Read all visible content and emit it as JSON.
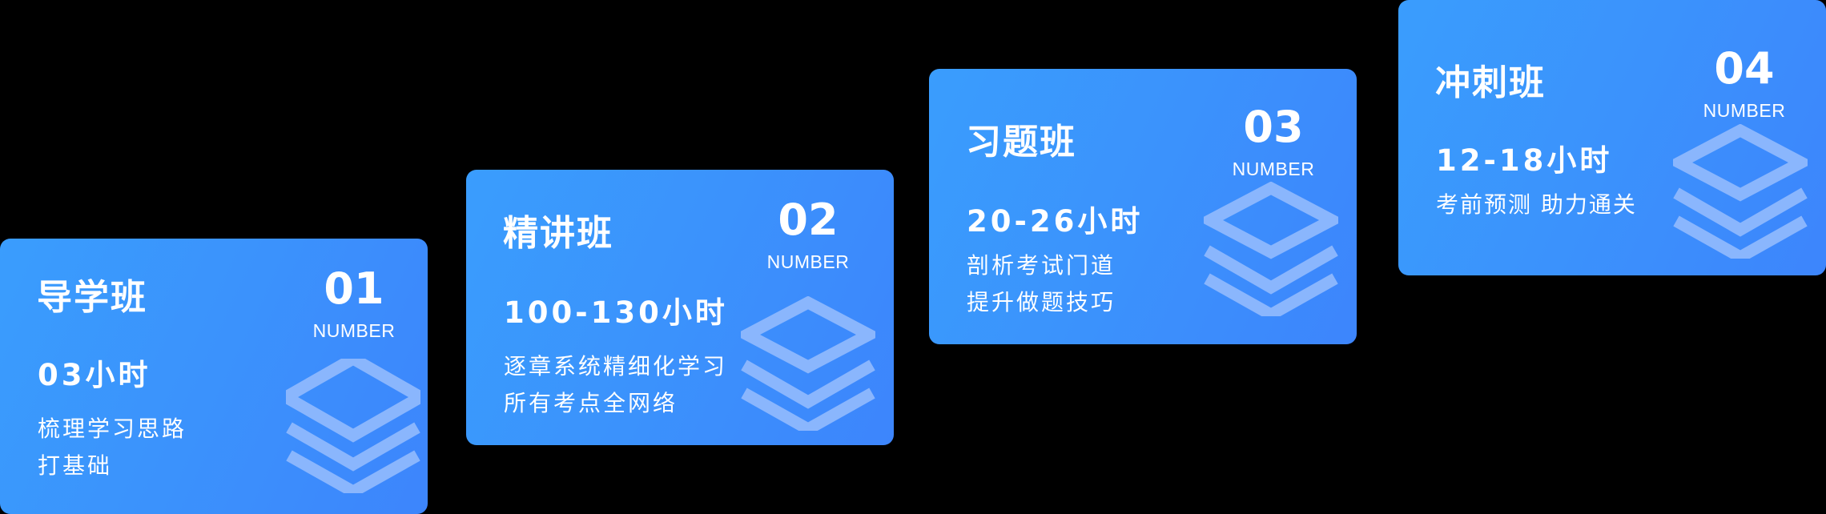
{
  "theme": {
    "background": "#000000",
    "card_gradient_start": "#3a9dfd",
    "card_gradient_end": "#3d85fc",
    "icon_color": "#8ab6fd",
    "text_color": "#ffffff"
  },
  "cards": [
    {
      "title": "导学班",
      "number": "01",
      "number_label": "NUMBER",
      "hours": "03小时",
      "desc": [
        "梳理学习思路",
        "打基础"
      ],
      "icon": "layers-icon"
    },
    {
      "title": "精讲班",
      "number": "02",
      "number_label": "NUMBER",
      "hours": "100-130小时",
      "desc": [
        "逐章系统精细化学习",
        "所有考点全网络"
      ],
      "icon": "layers-icon"
    },
    {
      "title": "习题班",
      "number": "03",
      "number_label": "NUMBER",
      "hours": "20-26小时",
      "desc": [
        "剖析考试门道",
        "提升做题技巧"
      ],
      "icon": "layers-icon"
    },
    {
      "title": "冲刺班",
      "number": "04",
      "number_label": "NUMBER",
      "hours": "12-18小时",
      "desc": [
        "考前预测 助力通关"
      ],
      "icon": "layers-icon"
    }
  ]
}
